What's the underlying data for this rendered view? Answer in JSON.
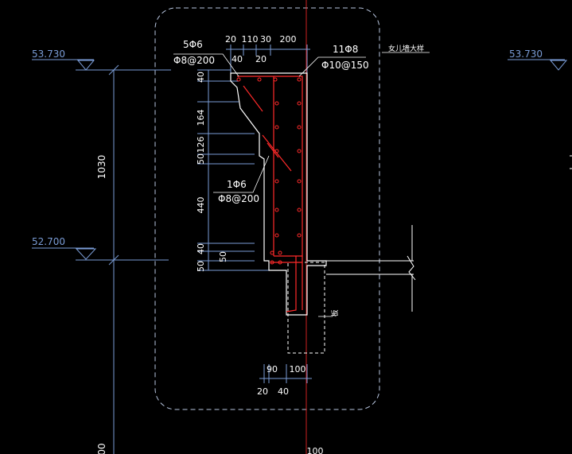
{
  "levels": {
    "top_left": "53.730",
    "top_right": "53.730",
    "lower_left": "52.700"
  },
  "dims": {
    "height_total": "1030",
    "top_row_1": [
      "20",
      "110",
      "30",
      "200"
    ],
    "top_row_2": [
      "40",
      "20"
    ],
    "left_stack": [
      "40",
      "164",
      "126",
      "50",
      "440",
      "40",
      "50",
      "50"
    ],
    "bottom_row_1": [
      "90",
      "100"
    ],
    "bottom_row_2": [
      "20",
      "40"
    ],
    "bottom_left_partial": "00",
    "bottom_center_partial": "100"
  },
  "rebar": {
    "label_5phi6": "5Φ6",
    "label_phi8_200_a": "Φ8@200",
    "label_11phi8": "11Φ8",
    "label_phi10_150": "Φ10@150",
    "label_1phi6": "1Φ6",
    "label_phi8_200_b": "Φ8@200"
  },
  "notes": {
    "top_right_note": "女儿墙大样",
    "side_note": "板"
  },
  "colors": {
    "background": "#000000",
    "dimension": "#7a9cd6",
    "text": "#ffffff",
    "concrete": "#ffffff",
    "rebar": "#ff2a2a",
    "frame": "#9fb4d8",
    "axis": "#ff2a2a"
  }
}
